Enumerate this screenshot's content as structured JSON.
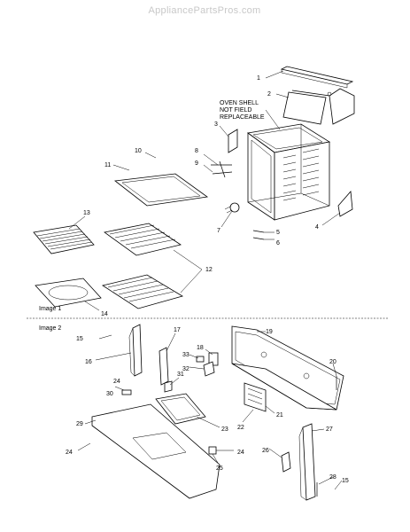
{
  "watermark": "AppliancePartsPros.com",
  "image1_caption": "Image 1",
  "image2_caption": "Image 2",
  "shell_note": [
    "OVEN SHELL",
    "NOT FIELD",
    "REPLACEABLE"
  ],
  "callouts": {
    "c1": "1",
    "c2": "2",
    "c3": "3",
    "c4": "4",
    "c5": "5",
    "c6": "6",
    "c7": "7",
    "c8": "8",
    "c9": "9",
    "c10": "10",
    "c11": "11",
    "c12": "12",
    "c13": "13",
    "c14": "14",
    "c15a": "15",
    "c15b": "15",
    "c16": "16",
    "c17": "17",
    "c18": "18",
    "c19": "19",
    "c20": "20",
    "c21": "21",
    "c22": "22",
    "c23": "23",
    "c24a": "24",
    "c24b": "24",
    "c24c": "24",
    "c25": "25",
    "c26": "26",
    "c27": "27",
    "c28": "28",
    "c29": "29",
    "c30": "30",
    "c31": "31",
    "c32": "32",
    "c33": "33"
  }
}
